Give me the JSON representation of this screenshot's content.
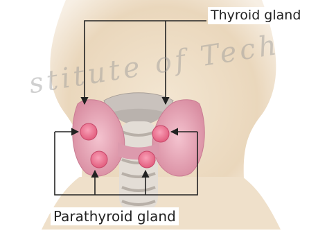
{
  "labels": {
    "thyroid": "Thyroid gland",
    "parathyroid": "Parathyroid gland"
  },
  "watermark": "stitute of Tech",
  "colors": {
    "background": "#ffffff",
    "skin": "#eedcc4",
    "thyroid_tissue": "#dfa2b4",
    "parathyroid": "#f06e8f",
    "arrow": "#222222"
  }
}
